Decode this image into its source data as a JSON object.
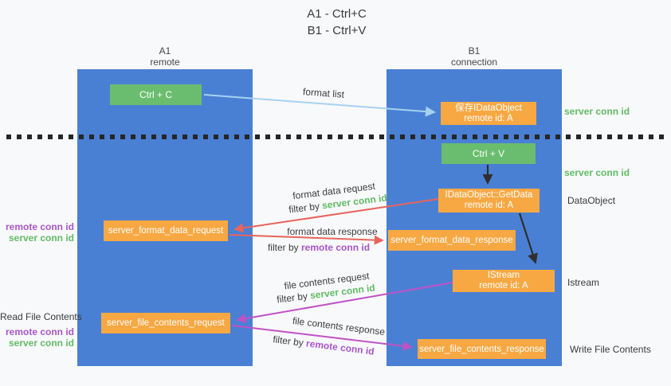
{
  "title": {
    "line1": "A1 - Ctrl+C",
    "line2": "B1 - Ctrl+V"
  },
  "lanes": {
    "left": {
      "name": "A1",
      "role": "remote"
    },
    "right": {
      "name": "B1",
      "role": "connection"
    }
  },
  "boxes": {
    "ctrl_c": "Ctrl + C",
    "ctrl_v": "Ctrl + V",
    "save_idataobject": {
      "line1": "保存IDataObject",
      "line2": "remote id: A"
    },
    "getdata": {
      "line1": "IDataObject::GetData",
      "line2": "remote id: A"
    },
    "istream": {
      "line1": "IStream",
      "line2": "remote id: A"
    },
    "server_format_data_request": "server_format_data_request",
    "server_format_data_response": "server_format_data_response",
    "server_file_contents_request": "server_file_contents_request",
    "server_file_contents_response": "server_file_contents_response"
  },
  "flow_labels": {
    "format_list": "format list",
    "format_data_request": "format data request",
    "format_data_response": "format data response",
    "file_contents_request": "file contents request",
    "file_contents_response": "file contents response",
    "filter_by": "filter by",
    "server_conn_id": "server conn id",
    "remote_conn_id": "remote conn id"
  },
  "annotations": {
    "server_conn_id": "server conn id",
    "remote_conn_id": "remote conn id",
    "dataobject": "DataObject",
    "istream": "Istream",
    "read_file_contents": "Read File Contents",
    "write_file_contents": "Write File Contents"
  },
  "colors": {
    "lane_blue": "#4a80d4",
    "box_green": "#6abd6e",
    "box_orange": "#f7a843",
    "arrow_red": "#e8645c",
    "arrow_magenta": "#bf52c5",
    "arrow_light_blue": "#a6d2f0",
    "arrow_black": "#2f2f2f",
    "id_green_text": "#62bb66",
    "id_purple_text": "#a855c8"
  }
}
